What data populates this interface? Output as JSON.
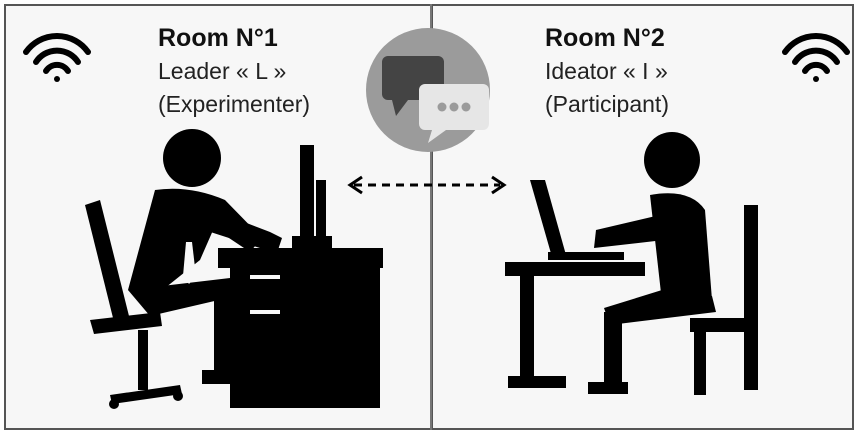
{
  "room1": {
    "title": "Room N°1",
    "role": "Leader « L »",
    "person": "(Experimenter)"
  },
  "room2": {
    "title": "Room N°2",
    "role": "Ideator « I »",
    "person": "(Participant)"
  },
  "colors": {
    "silhouette": "#000000",
    "chat_circle": "#9b9b9b",
    "bubble_dark": "#444444",
    "bubble_light": "#e6e6e6",
    "background": "#f7f7f7",
    "border": "#555555"
  },
  "icons": {
    "wifi_left": "wifi-icon",
    "wifi_right": "wifi-icon",
    "chat": "chat-bubbles-icon",
    "link": "double-arrow-dashed"
  }
}
